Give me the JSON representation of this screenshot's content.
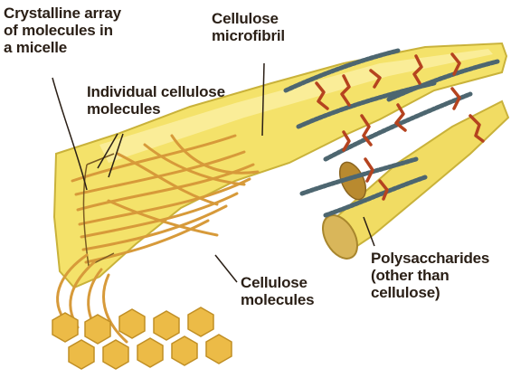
{
  "labels": {
    "crystalline": [
      "Crystalline array",
      "of molecules in",
      "a micelle"
    ],
    "microfibril": [
      "Cellulose",
      "microfibril"
    ],
    "individual": [
      "Individual  cellulose",
      "molecules"
    ],
    "cellulose_molecules": [
      "Cellulose",
      "molecules"
    ],
    "polysaccharides": [
      "Polysaccharides",
      "(other than",
      "cellulose)"
    ]
  },
  "colors": {
    "fibril_fill": "#f4e26a",
    "fibril_edge": "#c9b23a",
    "strand": "#d79a3a",
    "glucose": "#ecbb47",
    "chain": "#4d6670",
    "crosslink": "#b5431f",
    "stem_end": "#d9b65a",
    "text": "#2a1f16"
  },
  "icons": {
    "glucose": "glucose-ring",
    "polysaccharide": "zigzag-chain"
  }
}
